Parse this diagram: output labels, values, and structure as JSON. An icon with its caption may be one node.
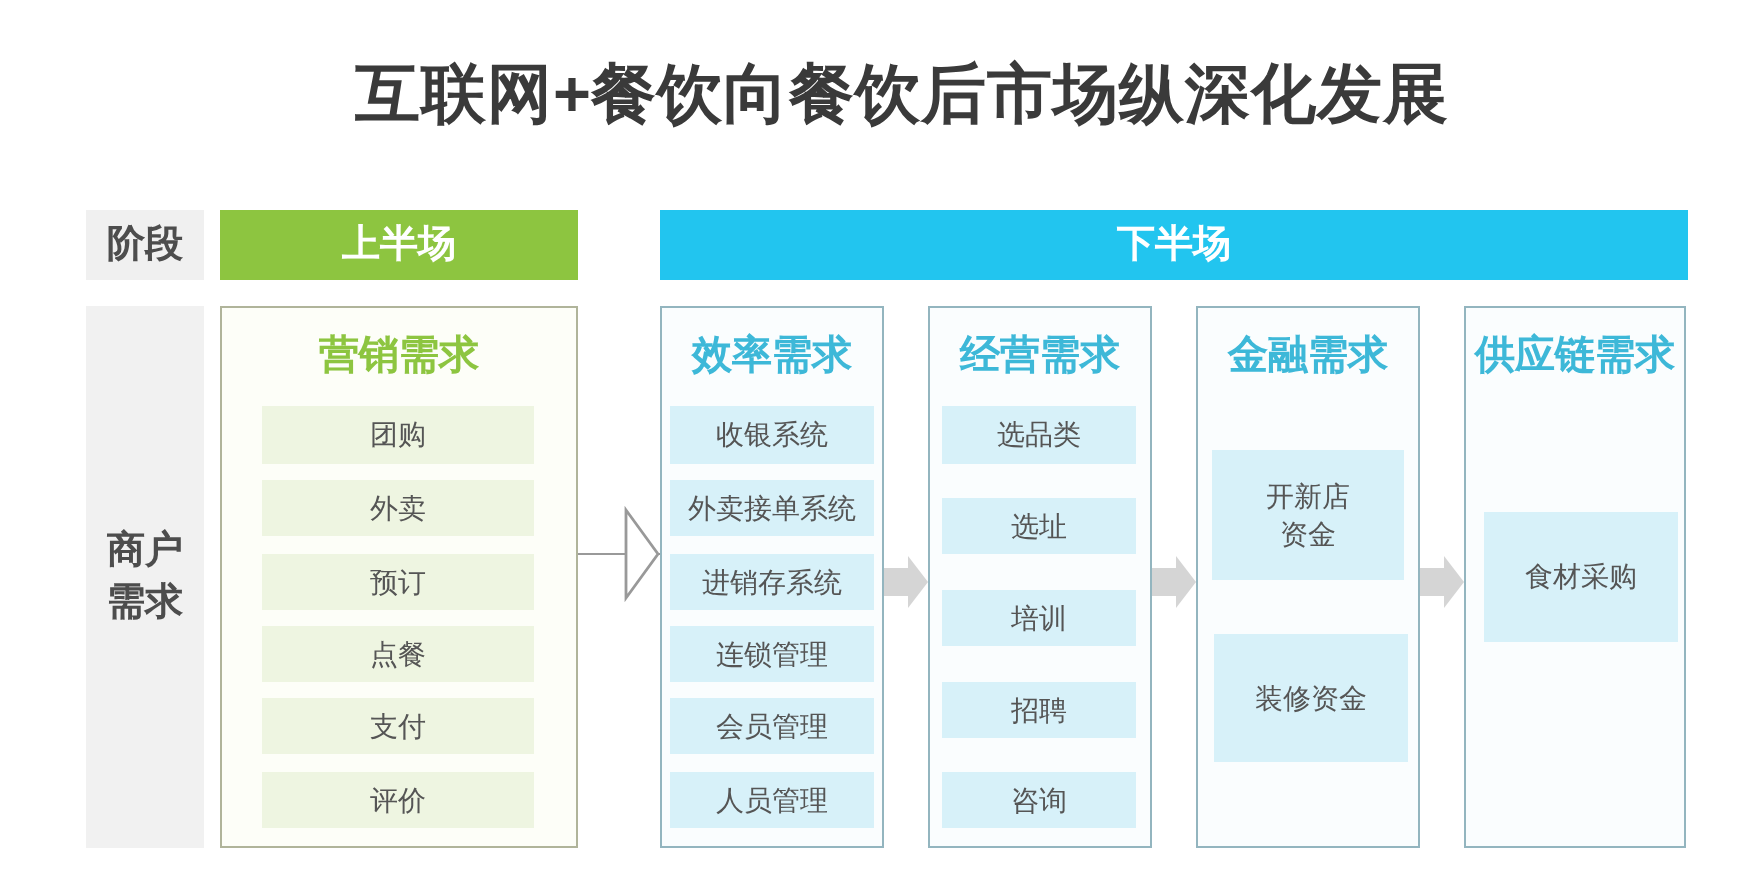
{
  "diagram": {
    "title": "互联网+餐饮向餐饮后市场纵深化发展",
    "nodes": [
      {
        "text": [
          "阶段"
        ]
      },
      {
        "text": [
          "上半场"
        ]
      },
      {
        "text": [
          "下半场"
        ]
      },
      {
        "text": [
          "商户需求"
        ]
      },
      {
        "text": [
          "营销需求"
        ]
      },
      {
        "text": [
          "团购"
        ],
        "in": 4
      },
      {
        "text": [
          "外卖"
        ],
        "in": 4
      },
      {
        "text": [
          "预订"
        ],
        "in": 4
      },
      {
        "text": [
          "点餐"
        ],
        "in": 4
      },
      {
        "text": [
          "支付"
        ],
        "in": 4
      },
      {
        "text": [
          "评价"
        ],
        "in": 4
      },
      {
        "text": [
          "效率需求"
        ]
      },
      {
        "text": [
          "收银系统"
        ],
        "in": 11
      },
      {
        "text": [
          "外卖接单系统"
        ],
        "in": 11
      },
      {
        "text": [
          "进销存系统"
        ],
        "in": 11
      },
      {
        "text": [
          "连锁管理"
        ],
        "in": 11
      },
      {
        "text": [
          "会员管理"
        ],
        "in": 11
      },
      {
        "text": [
          "人员管理"
        ],
        "in": 11
      },
      {
        "text": [
          "经营需求"
        ]
      },
      {
        "text": [
          "选品类"
        ],
        "in": 18
      },
      {
        "text": [
          "选址"
        ],
        "in": 18
      },
      {
        "text": [
          "培训"
        ],
        "in": 18
      },
      {
        "text": [
          "招聘"
        ],
        "in": 18
      },
      {
        "text": [
          "咨询"
        ],
        "in": 18
      },
      {
        "text": [
          "金融需求"
        ]
      },
      {
        "text": [
          "开新店资金"
        ],
        "in": 24
      },
      {
        "text": [
          "装修资金"
        ],
        "in": 24
      },
      {
        "text": [
          "供应链需求"
        ]
      },
      {
        "text": [
          "食材采购"
        ],
        "in": 27
      }
    ],
    "edges": [
      {
        "from": 4,
        "to": 11,
        "arrow": "to"
      },
      {
        "from": 11,
        "to": 18,
        "arrow": "to"
      },
      {
        "from": 18,
        "to": 24,
        "arrow": "to"
      },
      {
        "from": 24,
        "to": 27,
        "arrow": "to"
      }
    ]
  }
}
